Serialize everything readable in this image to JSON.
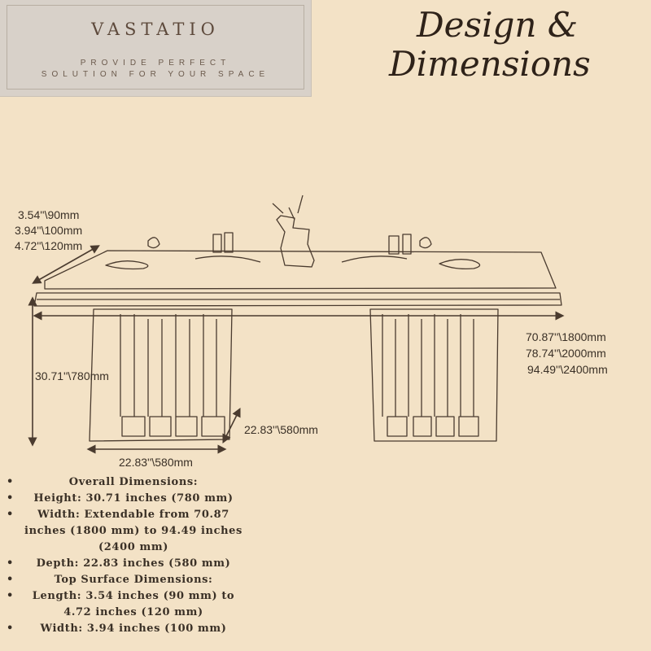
{
  "brand": {
    "name": "VASTATIO",
    "tagline_1": "PROVIDE PERFECT",
    "tagline_2": "SOLUTION FOR YOUR SPACE"
  },
  "title": {
    "line_1": "Design &",
    "line_2": "Dimensions"
  },
  "dimension_labels": {
    "top_thickness": [
      "3.54''\\90mm",
      "3.94''\\100mm",
      "4.72''\\120mm"
    ],
    "height": "30.71''\\780mm",
    "base_depth": "22.83''\\580mm",
    "base_width": "22.83''\\580mm",
    "length": [
      "70.87''\\1800mm",
      "78.74''\\2000mm",
      "94.49''\\2400mm"
    ]
  },
  "specs": [
    "Overall Dimensions:",
    "Height: 30.71 inches (780 mm)",
    "Width: Extendable from 70.87 inches (1800 mm) to 94.49 inches (2400 mm)",
    "Depth: 22.83 inches (580 mm)",
    "Top Surface Dimensions:",
    "Length: 3.54 inches (90 mm) to 4.72 inches (120 mm)",
    "Width: 3.94 inches (100 mm)"
  ],
  "colors": {
    "background": "#f3e2c6",
    "brand_box": "#d8d1c9",
    "line": "#4a3b2f"
  },
  "icons": {
    "table_drawing": "dining-table-line-drawing",
    "dimension_arrows": "double-headed-arrow-icon"
  }
}
